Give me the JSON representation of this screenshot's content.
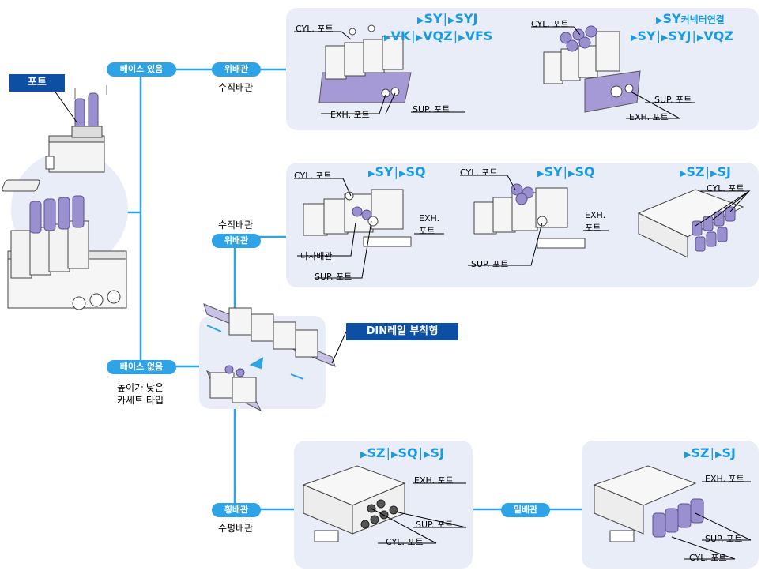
{
  "nodes": {
    "with_base": "베이스 있음",
    "no_base": "베이스 없음",
    "top_piping_1": "위배관",
    "vertical_piping_1": "수직배관",
    "vertical_piping_2": "수직배관",
    "top_piping_2": "위배관",
    "side_piping": "횡배관",
    "horizontal_piping": "수평배관",
    "bottom_piping": "밑배관",
    "low_profile_line1": "높이가 낮은",
    "low_profile_line2": "카세트 타입"
  },
  "tags": {
    "port": "포트",
    "din_rail": "DIN레일 부착형"
  },
  "series": {
    "p1_row1": [
      "SY",
      "SYJ"
    ],
    "p1_row2": [
      "VK",
      "VQZ",
      "VFS"
    ],
    "p2_row1_name": "SY",
    "p2_row1_suffix": "커넥터연결",
    "p2_row2": [
      "SY",
      "SYJ",
      "VQZ"
    ],
    "p3": [
      "SY",
      "SQ"
    ],
    "p4": [
      "SY",
      "SQ"
    ],
    "p5": [
      "SZ",
      "SJ"
    ],
    "p6": [
      "SZ",
      "SQ",
      "SJ"
    ],
    "p7": [
      "SZ",
      "SJ"
    ]
  },
  "labels": {
    "cyl_port": "CYL. 포트",
    "exh_port": "EXH. 포트",
    "sup_port": "SUP. 포트",
    "exh_short": "EXH.",
    "port_short": "포트",
    "screw_piping": "나사배관"
  },
  "colors": {
    "flow_line": "#2ea3e6",
    "panel": "#e9edf7",
    "tag": "#0d4fa2",
    "series": "#1a9be0",
    "fitting": "#9a8fcf"
  }
}
